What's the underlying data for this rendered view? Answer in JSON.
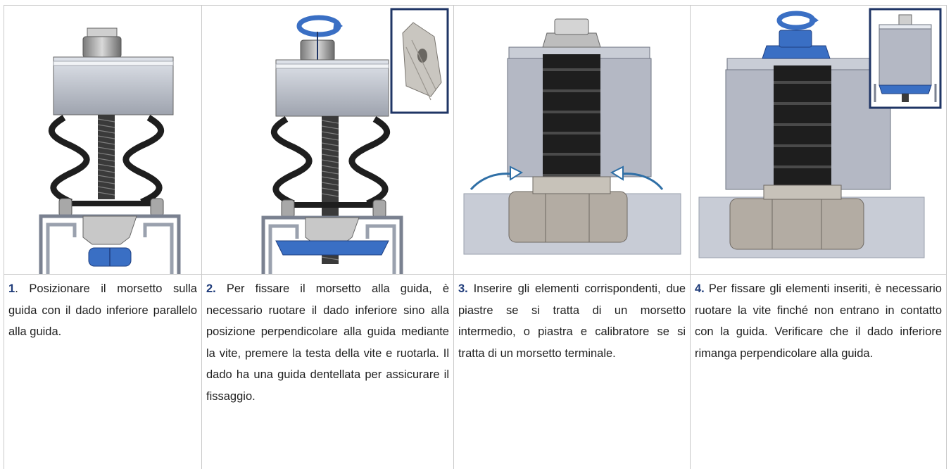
{
  "steps": [
    {
      "num": "1",
      "sep": ".",
      "text": " Posizionare il morsetto sulla guida con il dado inferiore parallelo alla guida."
    },
    {
      "num": "2.",
      "sep": "",
      "text": " Per fissare il morsetto alla guida, è necessario ruotare il dado inferiore sino alla posizione perpendicolare alla guida mediante la vite, premere la testa della vite e ruotarla. Il dado ha una guida dentellata per assicurare il fissaggio."
    },
    {
      "num": "3.",
      "sep": "",
      "text": " Inserire gli elementi corrispondenti, due piastre se si tratta di un morsetto intermedio, o piastra e calibratore se si tratta di un morsetto terminale."
    },
    {
      "num": "4.",
      "sep": "",
      "text": " Per fissare gli elementi inseriti, è necessario ruotare la vite finché non entrano in contatto con la guida. Verificare che il dado inferiore rimanga perpendicolare alla guida."
    }
  ],
  "colors": {
    "accent_blue": "#3a6fc4",
    "frame_navy": "#1f3565",
    "metal_grey": "#b4b8c4",
    "rubber_dark": "#1e1e1e",
    "grid_line": "#c9c9c9"
  },
  "icons": {
    "rotate_arrow": "rotate-arrow-icon",
    "press_arrow": "press-arrow-icon",
    "insert_arrow": "insert-arrow-icon"
  }
}
